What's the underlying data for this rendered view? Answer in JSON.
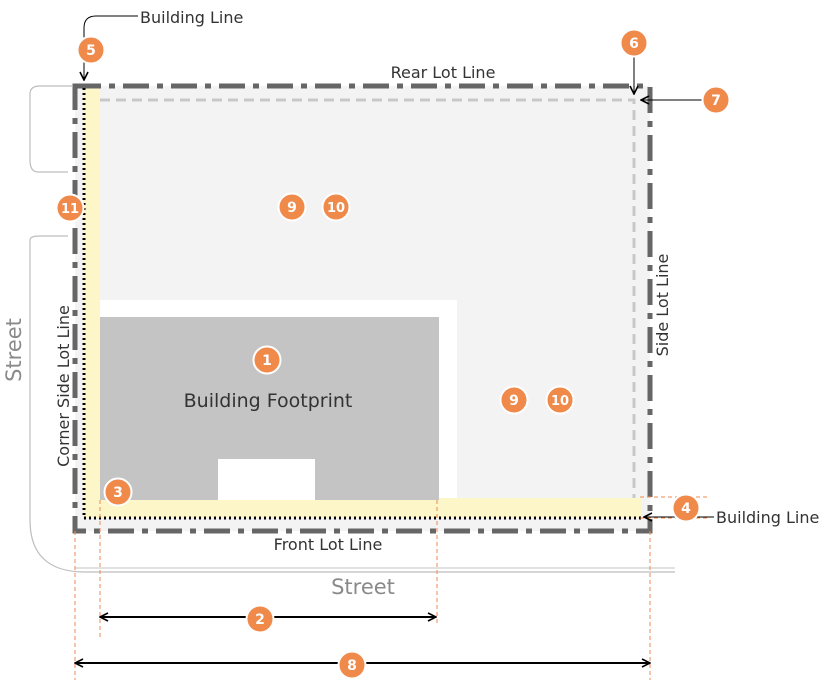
{
  "colors": {
    "accent": "#f08a4b",
    "lot_line": "#666666",
    "building_line": "#000000",
    "setback_fill": "#fdf6c8",
    "lot_fill": "#f3f3f3",
    "footprint_fill": "#c4c4c4",
    "dimension_guide": "#f08a4b"
  },
  "labels": {
    "building_line_top": "Building Line",
    "building_line_right": "Building Line",
    "rear_lot_line": "Rear Lot Line",
    "side_lot_line": "Side Lot Line",
    "corner_side_lot_line": "Corner Side Lot Line",
    "front_lot_line": "Front Lot Line",
    "street_bottom": "Street",
    "street_left": "Street",
    "building_footprint": "Building Footprint"
  },
  "badges": {
    "b1": "1",
    "b2": "2",
    "b3": "3",
    "b4": "4",
    "b5": "5",
    "b6": "6",
    "b7": "7",
    "b8": "8",
    "b9a": "9",
    "b10a": "10",
    "b9b": "9",
    "b10b": "10",
    "b11": "11"
  }
}
